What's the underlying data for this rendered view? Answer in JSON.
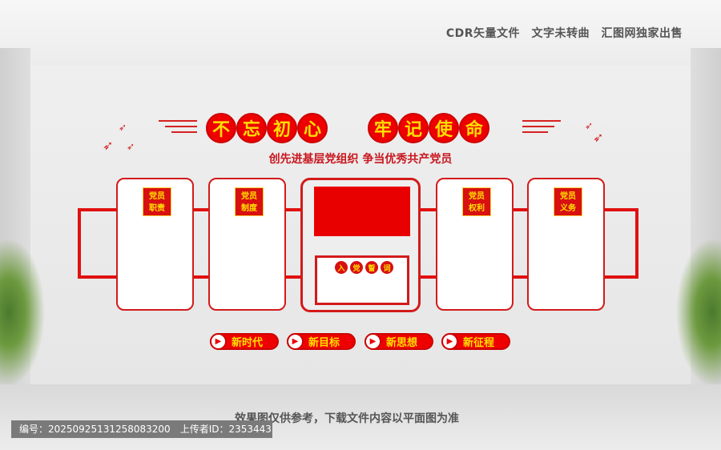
{
  "top_note": "CDR矢量文件　文字未转曲　汇图网独家出售",
  "title": {
    "part1": [
      "不",
      "忘",
      "初",
      "心"
    ],
    "part2": [
      "牢",
      "记",
      "使",
      "命"
    ]
  },
  "subtitle": "创先进基层党组织 争当优秀共产党员",
  "cards": [
    {
      "tag1": "党员",
      "tag2": "职责"
    },
    {
      "tag1": "党员",
      "tag2": "制度"
    },
    {
      "tag1": "党员",
      "tag2": "权利"
    },
    {
      "tag1": "党员",
      "tag2": "义务"
    }
  ],
  "oath": [
    "入",
    "党",
    "誓",
    "词"
  ],
  "buttons": [
    "新时代",
    "新目标",
    "新思想",
    "新征程"
  ],
  "disclaimer": "效果图仅供参考，下载文件内容以平面图为准",
  "badge": "编号：20250925131258083200　上传者ID：2353443",
  "colors": {
    "red": "#e00000",
    "yellow": "#ffe000"
  }
}
